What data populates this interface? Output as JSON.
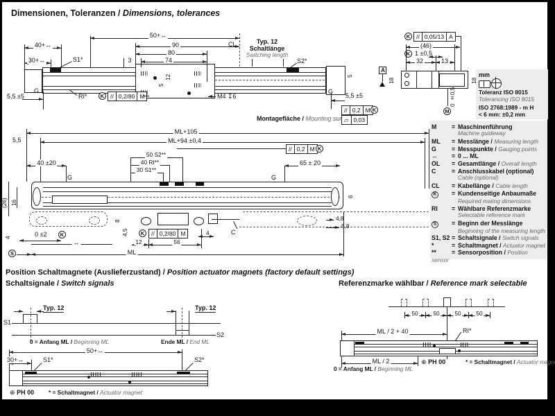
{
  "title": {
    "de": "Dimensionen, Toleranzen /",
    "en": "Dimensions, tolerances"
  },
  "d1": {
    "dim50": "50+↔",
    "dim90": "90",
    "dim80": "80",
    "dim74": "74",
    "dim3": "3",
    "dim40": "40+↔",
    "dim30": "30+↔",
    "cl": "CL",
    "typ12": "Typ. 12",
    "schalt_de": "Schaltlänge",
    "schalt_en": "Switching length",
    "s1": "S1*",
    "s2": "S2*",
    "g": "G",
    "d55": "5,5 ±5",
    "ri": "RI*",
    "m4": "M4 ↧6",
    "dim12": "12",
    "dim5": "5",
    "montage_de": "Montagefläche /",
    "montage_en": "Mounting surface",
    "par": "//",
    "v0280": "0,2/80",
    "m": "M",
    "v02": "0,2",
    "flat": "▱",
    "v003": "0,03",
    "k": "K"
  },
  "d2": {
    "k": "K",
    "par": "//",
    "v00513": "0,05/13",
    "a": "A",
    "d46": "(46)",
    "d1v": "1 ±0,5",
    "d32": "32",
    "d13": "13",
    "d18": "18",
    "d0": "0 ±0,5",
    "m": "M",
    "mm": "mm",
    "tol_de": "Toleranz ISO 8015",
    "tol_en": "Tolerancing ISO 8015",
    "iso": "ISO 2768:1989 - m H",
    "lim": "< 6 mm: ±0,2 mm"
  },
  "d3": {
    "ml105": "ML+105",
    "ml94": "ML+94 ±0,4",
    "d55": "5,5",
    "par": "//",
    "v02": "0,2",
    "m": "M",
    "k": "K",
    "s": "S",
    "d50": "50  S2**",
    "d40": "40  RI**",
    "d30": "30  S1**",
    "d40t": "40 ±20",
    "d65": "65 ± 20",
    "g": "G",
    "d26": "(26)",
    "d16": "16",
    "d4": "4",
    "d02": "0 ±2",
    "rng": "↔",
    "ml": "ML",
    "d12": "12",
    "d56": "56",
    "v0280": "0,2/80",
    "d45": "4,5",
    "d8": "8",
    "d48": "4,8",
    "d88": "8,8",
    "d6": "6",
    "c": "C"
  },
  "legend": {
    "eq": "=",
    "items": [
      {
        "key": "M",
        "de": "Maschinenführung",
        "en": "Machine guideway"
      },
      {
        "key": "ML",
        "de": "Messlänge /",
        "en": "Measuring length"
      },
      {
        "key": "G",
        "de": "Messpunkte /",
        "en": "Gauging points"
      },
      {
        "key": "↔",
        "de": "0 ... ML",
        "en": ""
      },
      {
        "key": "OL",
        "de": "Gesamtlänge /",
        "en": "Overall length"
      },
      {
        "key": "C",
        "de": "Anschlusskabel (optional)",
        "en": "Cable (optional)"
      },
      {
        "key": "CL",
        "de": "Kabellänge /",
        "en": "Cable length"
      },
      {
        "key": "K",
        "de": "Kundenseitige Anbaumaße",
        "en": "Required mating dimensions"
      },
      {
        "key": "RI",
        "de": "Wählbare Referenzmarke",
        "en": "Selectable reference mark"
      },
      {
        "key": "S",
        "de": "Beginn der Messlänge",
        "en": "Beginning of the measuring length"
      },
      {
        "key": "S1, S2",
        "de": "Schaltsignale /",
        "en": "Switch signals"
      },
      {
        "key": "*",
        "de": "Schaltmagnet /",
        "en": "Actuator magnet"
      },
      {
        "key": "**",
        "de": "Sensorposition /",
        "en": "Position sensor"
      }
    ]
  },
  "bottom": {
    "title_de": "Position Schaltmagnete (Auslieferzustand) /",
    "title_en": "Position actuator magnets (factory default settings)",
    "sig_de": "Schaltsignale /",
    "sig_en": "Switch signals",
    "ref_de": "Referenzmarke wählbar /",
    "ref_en": "Reference mark selectable",
    "s1": "S1",
    "s2": "S2",
    "typ12": "Typ. 12",
    "anf_de": "0 = Anfang ML /",
    "anf_en": "Beginning ML",
    "ende_de": "Ende ML /",
    "ende_en": "End ML",
    "d50": "50+↔",
    "d30": "30+↔",
    "s1s": "S1*",
    "s2s": "S2*",
    "plus": "⊕",
    "ph": "PH 00",
    "mag_de": "* = Schaltmagnet /",
    "mag_en": "Actuator magnet",
    "ml240": "ML / 2 + 40",
    "ml2": "ML / 2",
    "ri": "RI*",
    "fifty": "50"
  }
}
